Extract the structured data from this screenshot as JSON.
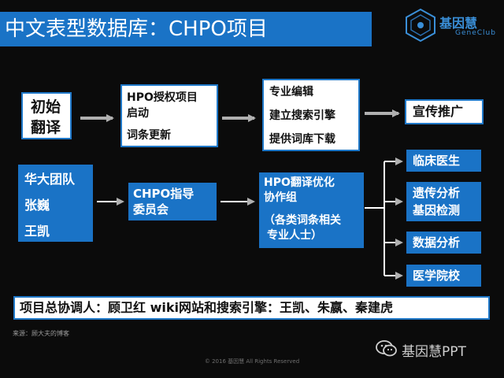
{
  "title": "中文表型数据库：CHPO项目",
  "logo": {
    "cn": "基因慧",
    "en": "GeneClub"
  },
  "colors": {
    "accent": "#1a73c6",
    "background": "#0b0b0b",
    "arrow": "#b0b0b0"
  },
  "flow": {
    "initial": [
      "初始",
      "翻译"
    ],
    "hpo": [
      "HPO授权项目",
      "启动",
      "词条更新"
    ],
    "edit": [
      "专业编辑",
      "建立搜索引擎",
      "提供词库下载"
    ],
    "promote": "宣传推广",
    "team": [
      "华大团队",
      "张巍",
      "王凯"
    ],
    "chpo": [
      "CHPO指导",
      "委员会"
    ],
    "optimize": [
      "HPO翻译优化",
      "协作组",
      "（各类词条相关",
      "专业人士）"
    ],
    "targets": [
      [
        "临床医生"
      ],
      [
        "遗传分析",
        "基因检测"
      ],
      [
        "数据分析"
      ],
      [
        "医学院校"
      ]
    ]
  },
  "coordinator": "项目总协调人：顾卫红    wiki网站和搜索引擎：王凯、朱嬴、秦建虎",
  "source": "来源：顾大夫的博客",
  "wechat": {
    "icon": "wechat-icon",
    "label": "基因慧PPT"
  },
  "copyright": "© 2016 基因慧 All Rights Reserved"
}
